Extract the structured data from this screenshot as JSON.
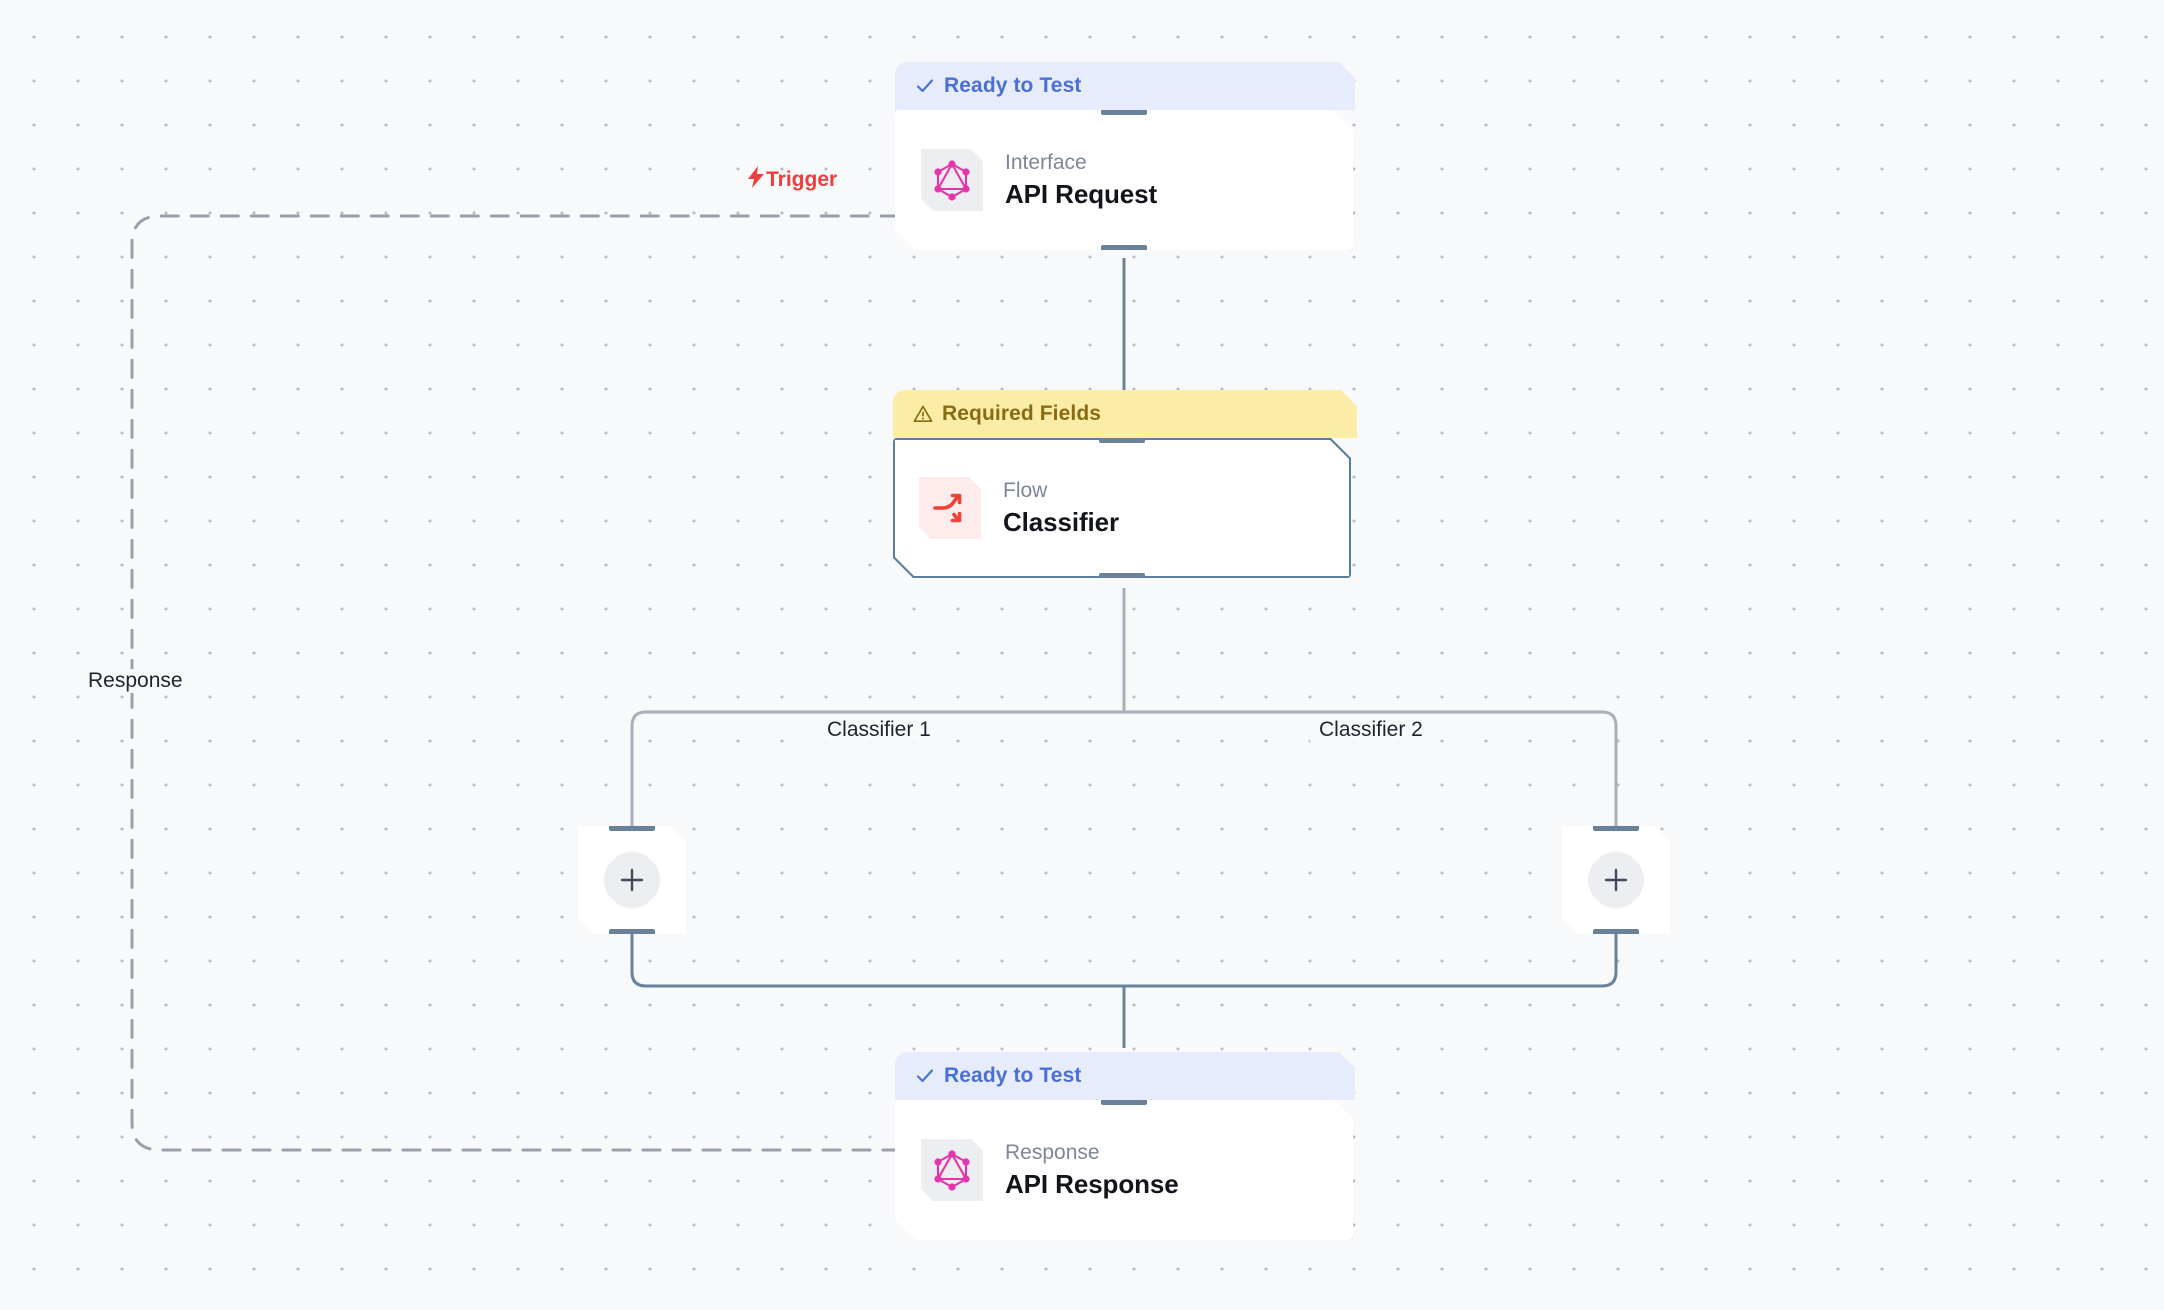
{
  "canvas": {
    "background_color": "#f8f9fb",
    "dot_color": "#b9bcc6"
  },
  "floating_labels": {
    "trigger": "Trigger",
    "response": "Response",
    "branch_left": "Classifier 1",
    "branch_right": "Classifier 2"
  },
  "nodes": [
    {
      "id": "api-request",
      "badge": {
        "text": "Ready to Test",
        "icon": "check-icon",
        "state": "ready",
        "color": "#4a6fd8",
        "background": "#e6ecfb"
      },
      "icon": "graphql-icon",
      "kind": "Interface",
      "title": "API Request",
      "selected": false
    },
    {
      "id": "classifier",
      "badge": {
        "text": "Required Fields",
        "icon": "warning-triangle-icon",
        "state": "required",
        "color": "#8a6b15",
        "background": "#fbeda6"
      },
      "icon": "branch-split-icon",
      "kind": "Flow",
      "title": "Classifier",
      "selected": true
    },
    {
      "id": "api-response",
      "badge": {
        "text": "Ready to Test",
        "icon": "check-icon",
        "state": "ready",
        "color": "#4a6fd8",
        "background": "#e6ecfb"
      },
      "icon": "graphql-icon",
      "kind": "Response",
      "title": "API Response",
      "selected": false
    }
  ],
  "placeholders": [
    {
      "id": "add-step-left",
      "icon": "plus-icon",
      "branch": "Classifier 1"
    },
    {
      "id": "add-step-right",
      "icon": "plus-icon",
      "branch": "Classifier 2"
    }
  ],
  "colors": {
    "edge_solid": "#6b8199",
    "edge_light": "#aab0ba",
    "edge_dashed": "#9aa0ab",
    "connector_tab": "#6b8199",
    "selected_border": "#5d7d9c",
    "graphql_pink": "#e535ab",
    "flow_red": "#ef4136",
    "trigger_red": "#f03d3d"
  }
}
